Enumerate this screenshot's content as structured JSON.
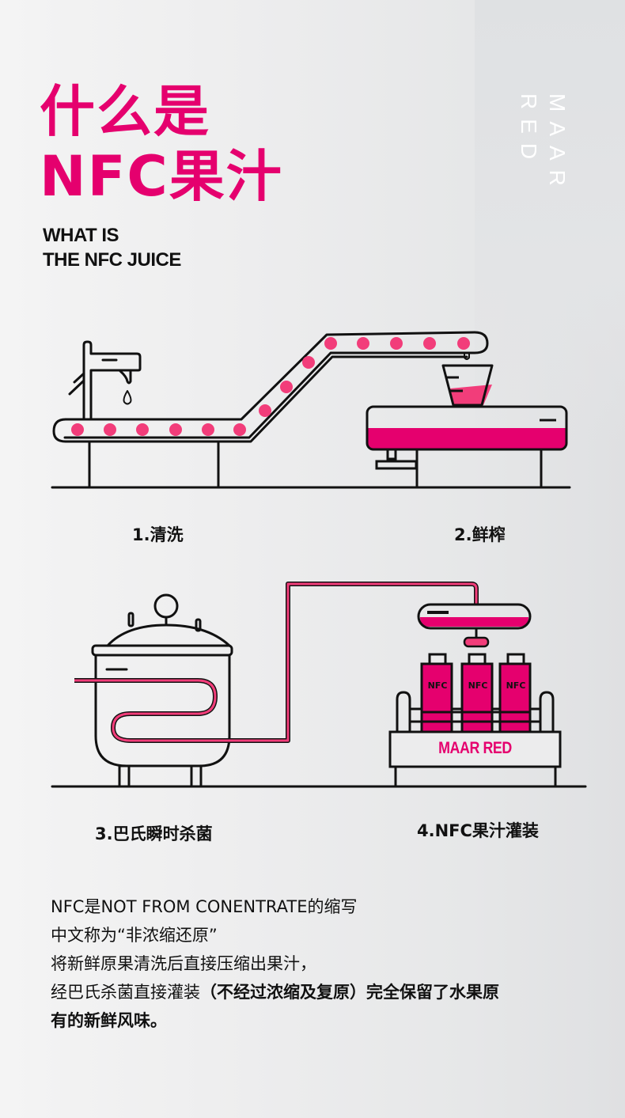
{
  "colors": {
    "brand_pink": "#e5006e",
    "dot_pink": "#f23d7a",
    "line": "#111111"
  },
  "header": {
    "title_line1": "什么是",
    "title_line2": "NFC果汁",
    "subtitle_line1": "WHAT IS",
    "subtitle_line2": "THE NFC JUICE",
    "brand_word1": "MAAR",
    "brand_word2": "RED"
  },
  "steps": [
    {
      "label": "1.清洗",
      "icon": "washing-faucet-conveyor-icon"
    },
    {
      "label": "2.鲜榨",
      "icon": "juicer-machine-icon"
    },
    {
      "label": "3.巴氏瞬时杀菌",
      "icon": "pasteurization-tank-icon"
    },
    {
      "label": "4.NFC果汁灌装",
      "icon": "bottle-filling-icon"
    }
  ],
  "filling": {
    "bottle_label": "NFC",
    "crate_label": "MAAR RED"
  },
  "description": {
    "line1": "NFC是NOT FROM CONENTRATE的缩写",
    "line2": "中文称为“非浓缩还原”",
    "line3": "将新鲜原果清洗后直接压缩出果汁，",
    "line4_normal": "经巴氏杀菌直接灌装",
    "line4_bold": "（不经过浓缩及复原）完全保留了水果原",
    "line5_bold": "有的新鲜风味。"
  }
}
